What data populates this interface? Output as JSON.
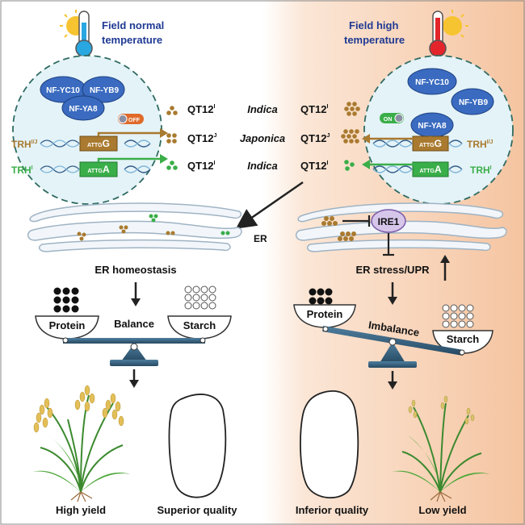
{
  "colors": {
    "left_bg": "#ffffff",
    "right_bg": "#f6c7a5",
    "title_text": "#1f3a93",
    "nucleus_fill": "#e3f2f7",
    "nucleus_stroke": "#2f6b62",
    "protein_fill": "#3a6bc0",
    "japonica_color": "#a97a2f",
    "indica_color": "#3aae49",
    "er_fill": "#f2f6fa",
    "er_stroke": "#9fb3c4",
    "ire1_fill": "#d6c6ea",
    "scale_blue": "#2f5a78",
    "off_badge": "#e06a2a",
    "on_badge": "#3aae49"
  },
  "left": {
    "title": [
      "Field normal",
      "temperature"
    ],
    "proteins": [
      "NF-YC10",
      "NF-YB9",
      "NF-YA8"
    ],
    "switch_label": "OFF",
    "trh_top": "TRH",
    "trh_top_sup": "I/J",
    "box_top_small": "ATTG",
    "box_top_big": "G",
    "trh_bottom": "TRH",
    "trh_bottom_sup": "I",
    "box_bottom_small": "ATTG",
    "box_bottom_big": "A",
    "er_homeostasis": "ER homeostasis",
    "pan_left": "Protein",
    "pan_right": "Starch",
    "fulcrum_label": "Balance",
    "bottom_left": "High yield",
    "bottom_right": "Superior quality"
  },
  "right": {
    "title": [
      "Field high",
      "temperature"
    ],
    "proteins": [
      "NF-YC10",
      "NF-YB9",
      "NF-YA8"
    ],
    "switch_label": "ON",
    "trh_top": "TRH",
    "trh_top_sup": "I/J",
    "box_top_small": "ATTG",
    "box_top_big": "G",
    "trh_bottom": "TRH",
    "trh_bottom_sup": "I",
    "box_bottom_small": "ATTG",
    "box_bottom_big": "A",
    "ire1": "IRE1",
    "er_stress": "ER stress/UPR",
    "pan_left": "Protein",
    "pan_right": "Starch",
    "fulcrum_label": "Imbalance",
    "bottom_left": "Inferior quality",
    "bottom_right": "Low yield"
  },
  "center": {
    "rows": [
      {
        "left": "QT12",
        "left_sup": "I",
        "species": "Indica",
        "right": "QT12",
        "right_sup": "I"
      },
      {
        "left": "QT12",
        "left_sup": "J",
        "species": "Japonica",
        "right": "QT12",
        "right_sup": "J"
      },
      {
        "left": "QT12",
        "left_sup": "I",
        "species": "Indica",
        "right": "QT12",
        "right_sup": "I"
      }
    ],
    "er_label": "ER"
  }
}
